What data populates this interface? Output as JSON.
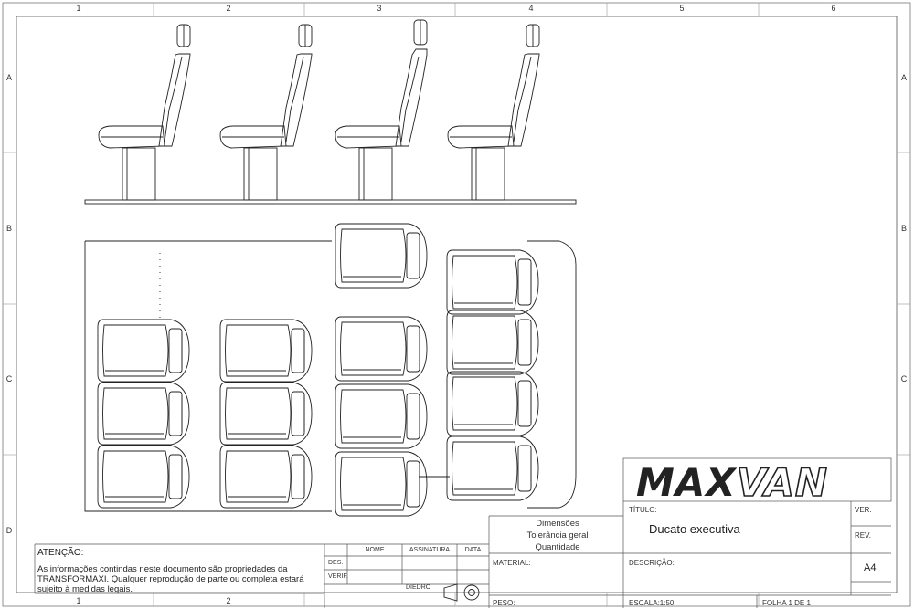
{
  "zones": {
    "columns": [
      "1",
      "2",
      "3",
      "4",
      "5",
      "6"
    ],
    "rows": [
      "A",
      "B",
      "C",
      "D"
    ],
    "bottom_columns": [
      "1",
      "2"
    ]
  },
  "logo": {
    "part1": "MAX",
    "part2": "VAN"
  },
  "title_block": {
    "titulo_label": "TÍTULO:",
    "titulo_value": "Ducato executiva",
    "ver_label": "VER.",
    "rev_label": "REV.",
    "descricao_label": "DESCRIÇÃO:",
    "sheet_size": "A4",
    "material_label": "MATERIAL:",
    "peso_label": "PESO:",
    "escala_label": "ESCALA:1:50",
    "folha_label": "FOLHA 1 DE 1",
    "dimensoes": "Dimensões",
    "tolerancia": "Tolerância geral",
    "quantidade": "Quantidade",
    "nome": "NOME",
    "assinatura": "ASSINATURA",
    "data": "DATA",
    "des": "DES.",
    "verif": "VERIF.",
    "diedro": "DIEDRO"
  },
  "notice": {
    "heading": "ATENÇÃO:",
    "line1": "As informações contindas neste documento são propriedades da",
    "line2": "TRANSFORMAXI. Qualquer reprodução de parte ou completa estará",
    "line3": "sujeito à medidas legais."
  }
}
